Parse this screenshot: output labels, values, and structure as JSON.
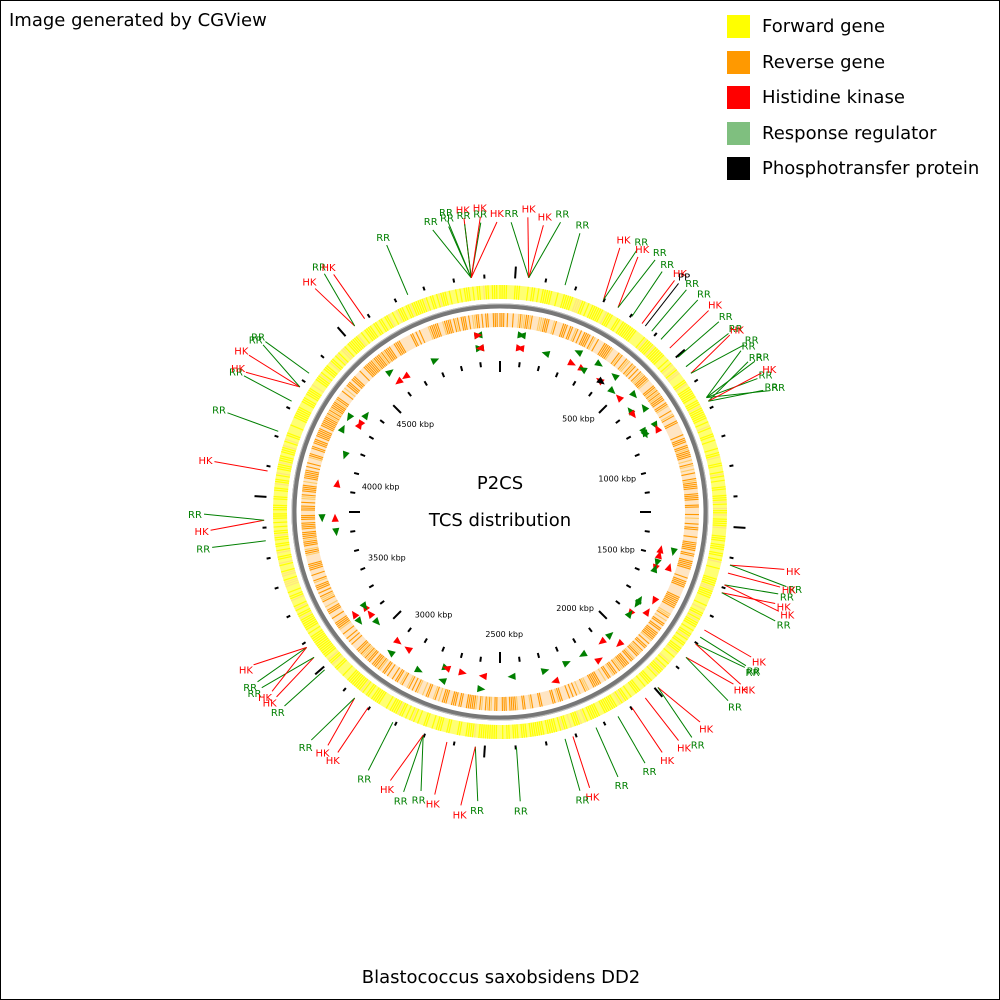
{
  "header": {
    "title": "Image generated by CGView"
  },
  "legend": [
    {
      "label": "Forward gene",
      "color": "#ffff00"
    },
    {
      "label": "Reverse gene",
      "color": "#ff9900"
    },
    {
      "label": "Histidine kinase",
      "color": "#ff0000"
    },
    {
      "label": "Response regulator",
      "color": "#7fbf7f"
    },
    {
      "label": "Phosphotransfer protein",
      "color": "#000000"
    }
  ],
  "map": {
    "center_title": "P2CS",
    "center_subtitle": "TCS distribution",
    "scale_labels": [
      "500 kbp",
      "1000 kbp",
      "1500 kbp",
      "2000 kbp",
      "2500 kbp",
      "3000 kbp",
      "3500 kbp",
      "4000 kbp",
      "4500 kbp"
    ],
    "feature_colors": {
      "HK": "#ff0000",
      "RR": "#007f00",
      "PP": "#000000"
    },
    "callouts": [
      {
        "label": "RR",
        "angle": -7,
        "color": "#007f00"
      },
      {
        "label": "HK",
        "angle": -7,
        "color": "#ff0000"
      },
      {
        "label": "RR",
        "angle": -7,
        "color": "#007f00"
      },
      {
        "label": "RR",
        "angle": 7,
        "color": "#007f00"
      },
      {
        "label": "HK",
        "angle": 7,
        "color": "#ff0000"
      },
      {
        "label": "HK",
        "angle": 7,
        "color": "#ff0000"
      },
      {
        "label": "RR",
        "angle": 7,
        "color": "#007f00"
      },
      {
        "label": "RR",
        "angle": 16,
        "color": "#007f00"
      },
      {
        "label": "HK",
        "angle": 26,
        "color": "#ff0000"
      },
      {
        "label": "RR",
        "angle": 26,
        "color": "#007f00"
      },
      {
        "label": "HK",
        "angle": 30,
        "color": "#ff0000"
      },
      {
        "label": "RR",
        "angle": 30,
        "color": "#007f00"
      },
      {
        "label": "RR",
        "angle": 34,
        "color": "#007f00"
      },
      {
        "label": "HK",
        "angle": 37,
        "color": "#ff0000"
      },
      {
        "label": "PP",
        "angle": 38,
        "color": "#000000"
      },
      {
        "label": "RR",
        "angle": 40,
        "color": "#007f00"
      },
      {
        "label": "RR",
        "angle": 43,
        "color": "#007f00"
      },
      {
        "label": "HK",
        "angle": 46,
        "color": "#ff0000"
      },
      {
        "label": "RR",
        "angle": 49,
        "color": "#007f00"
      },
      {
        "label": "RR",
        "angle": 52,
        "color": "#007f00"
      },
      {
        "label": "HK",
        "angle": 54,
        "color": "#ff0000"
      },
      {
        "label": "RR",
        "angle": 54,
        "color": "#007f00"
      },
      {
        "label": "RR",
        "angle": 61,
        "color": "#007f00"
      },
      {
        "label": "RR",
        "angle": 61,
        "color": "#007f00"
      },
      {
        "label": "RR",
        "angle": 61,
        "color": "#007f00"
      },
      {
        "label": "RR",
        "angle": 61,
        "color": "#007f00"
      },
      {
        "label": "RR",
        "angle": 62,
        "color": "#007f00"
      },
      {
        "label": "HK",
        "angle": 62,
        "color": "#ff0000"
      },
      {
        "label": "RR",
        "angle": 62,
        "color": "#007f00"
      },
      {
        "label": "HK",
        "angle": 103,
        "color": "#ff0000"
      },
      {
        "label": "RR",
        "angle": 103,
        "color": "#007f00"
      },
      {
        "label": "HK",
        "angle": 105,
        "color": "#ff0000"
      },
      {
        "label": "RR",
        "angle": 108,
        "color": "#007f00"
      },
      {
        "label": "HK",
        "angle": 108,
        "color": "#ff0000"
      },
      {
        "label": "HK",
        "angle": 110,
        "color": "#ff0000"
      },
      {
        "label": "RR",
        "angle": 110,
        "color": "#007f00"
      },
      {
        "label": "HK",
        "angle": 120,
        "color": "#ff0000"
      },
      {
        "label": "RR",
        "angle": 122,
        "color": "#007f00"
      },
      {
        "label": "RR",
        "angle": 124,
        "color": "#007f00"
      },
      {
        "label": "HK",
        "angle": 124,
        "color": "#ff0000"
      },
      {
        "label": "HK",
        "angle": 128,
        "color": "#ff0000"
      },
      {
        "label": "RR",
        "angle": 128,
        "color": "#007f00"
      },
      {
        "label": "HK",
        "angle": 138,
        "color": "#ff0000"
      },
      {
        "label": "RR",
        "angle": 138,
        "color": "#007f00"
      },
      {
        "label": "HK",
        "angle": 142,
        "color": "#ff0000"
      },
      {
        "label": "HK",
        "angle": 146,
        "color": "#ff0000"
      },
      {
        "label": "RR",
        "angle": 150,
        "color": "#007f00"
      },
      {
        "label": "RR",
        "angle": 156,
        "color": "#007f00"
      },
      {
        "label": "HK",
        "angle": 162,
        "color": "#ff0000"
      },
      {
        "label": "RR",
        "angle": 164,
        "color": "#007f00"
      },
      {
        "label": "RR",
        "angle": 176,
        "color": "#007f00"
      },
      {
        "label": "RR",
        "angle": 186,
        "color": "#007f00"
      },
      {
        "label": "HK",
        "angle": 186,
        "color": "#ff0000"
      },
      {
        "label": "HK",
        "angle": 193,
        "color": "#ff0000"
      },
      {
        "label": "RR",
        "angle": 199,
        "color": "#007f00"
      },
      {
        "label": "RR",
        "angle": 199,
        "color": "#007f00"
      },
      {
        "label": "HK",
        "angle": 199,
        "color": "#ff0000"
      },
      {
        "label": "RR",
        "angle": 207,
        "color": "#007f00"
      },
      {
        "label": "HK",
        "angle": 214,
        "color": "#ff0000"
      },
      {
        "label": "HK",
        "angle": 218,
        "color": "#ff0000"
      },
      {
        "label": "RR",
        "angle": 218,
        "color": "#007f00"
      },
      {
        "label": "RR",
        "angle": 228,
        "color": "#007f00"
      },
      {
        "label": "HK",
        "angle": 232,
        "color": "#ff0000"
      },
      {
        "label": "RR",
        "angle": 232,
        "color": "#007f00"
      },
      {
        "label": "HK",
        "angle": 235,
        "color": "#ff0000"
      },
      {
        "label": "RR",
        "angle": 235,
        "color": "#007f00"
      },
      {
        "label": "HK",
        "angle": 235,
        "color": "#ff0000"
      },
      {
        "label": "RR",
        "angle": 263,
        "color": "#007f00"
      },
      {
        "label": "HK",
        "angle": 268,
        "color": "#ff0000"
      },
      {
        "label": "RR",
        "angle": 268,
        "color": "#007f00"
      },
      {
        "label": "HK",
        "angle": 280,
        "color": "#ff0000"
      },
      {
        "label": "RR",
        "angle": 290,
        "color": "#007f00"
      },
      {
        "label": "RR",
        "angle": 298,
        "color": "#007f00"
      },
      {
        "label": "HK",
        "angle": 302,
        "color": "#ff0000"
      },
      {
        "label": "HK",
        "angle": 302,
        "color": "#ff0000"
      },
      {
        "label": "RR",
        "angle": 302,
        "color": "#007f00"
      },
      {
        "label": "RR",
        "angle": 306,
        "color": "#007f00"
      },
      {
        "label": "HK",
        "angle": 322,
        "color": "#ff0000"
      },
      {
        "label": "RR",
        "angle": 322,
        "color": "#007f00"
      },
      {
        "label": "HK",
        "angle": 325,
        "color": "#ff0000"
      },
      {
        "label": "RR",
        "angle": 337,
        "color": "#007f00"
      },
      {
        "label": "RR",
        "angle": 353,
        "color": "#007f00"
      },
      {
        "label": "RR",
        "angle": 353,
        "color": "#007f00"
      },
      {
        "label": "RR",
        "angle": 353,
        "color": "#007f00"
      },
      {
        "label": "HK",
        "angle": 353,
        "color": "#ff0000"
      },
      {
        "label": "HK",
        "angle": 353,
        "color": "#ff0000"
      }
    ]
  },
  "footer": {
    "organism": "Blastococcus saxobsidens DD2"
  }
}
